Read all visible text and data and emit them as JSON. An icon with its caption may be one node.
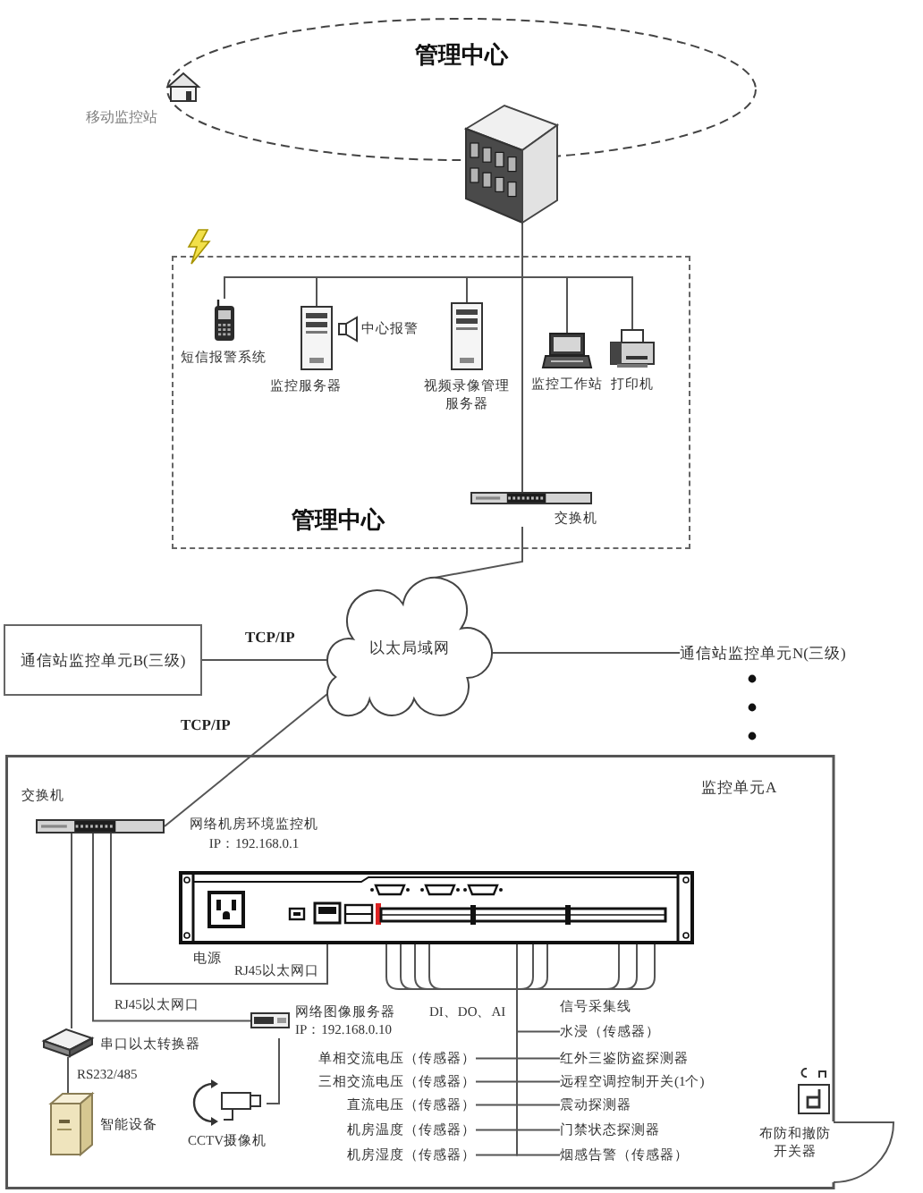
{
  "diagram": {
    "nodes": [
      {
        "text": [
          "管理中心"
        ]
      },
      {
        "text": [
          "移动监控站"
        ]
      },
      {
        "text": [],
        "shape": "picture"
      },
      {
        "text": [
          "管理中心"
        ]
      },
      {
        "text": [
          "短信报警系统"
        ],
        "in": 3
      },
      {
        "text": [
          "监控服务器"
        ],
        "in": 3
      },
      {
        "text": [
          "中心报警"
        ],
        "in": 3
      },
      {
        "text": [
          "视频录像管理服务器"
        ],
        "in": 3
      },
      {
        "text": [
          "监控工作站"
        ],
        "in": 3
      },
      {
        "text": [
          "打印机"
        ],
        "in": 3
      },
      {
        "text": [
          "交换机"
        ],
        "in": 3
      },
      {
        "text": [
          "通信站监控单元B(三级)"
        ]
      },
      {
        "text": [
          "以太局域网"
        ]
      },
      {
        "text": [
          "通信站监控单元N(三级)"
        ]
      },
      {
        "text": [
          "监控单元A"
        ]
      },
      {
        "text": [
          "交换机"
        ],
        "in": 14
      },
      {
        "text": [
          "网络机房环境监控机",
          "IP：192.168.0.1"
        ],
        "beside": [
          "电源"
        ],
        "in": 14
      },
      {
        "text": [
          "网络图像服务器",
          "IP：192.168.0.10"
        ],
        "in": 14
      },
      {
        "text": [
          "串口以太转换器"
        ],
        "in": 14
      },
      {
        "text": [
          "CCTV摄像机"
        ],
        "in": 14
      },
      {
        "text": [
          "智能设备"
        ],
        "in": 14
      },
      {
        "text": [
          "水浸（传感器）"
        ],
        "in": 14
      },
      {
        "text": [
          "单相交流电压（传感器）"
        ],
        "in": 14
      },
      {
        "text": [
          "红外三鉴防盗探测器"
        ],
        "in": 14
      },
      {
        "text": [
          "三相交流电压（传感器）"
        ],
        "in": 14
      },
      {
        "text": [
          "远程空调控制开关(1个)"
        ],
        "in": 14
      },
      {
        "text": [
          "直流电压（传感器）"
        ],
        "in": 14
      },
      {
        "text": [
          "震动探测器"
        ],
        "in": 14
      },
      {
        "text": [
          "机房温度（传感器）"
        ],
        "in": 14
      },
      {
        "text": [
          "门禁状态探测器"
        ],
        "in": 14
      },
      {
        "text": [
          "机房湿度（传感器）"
        ],
        "in": 14
      },
      {
        "text": [
          "烟感告警（传感器）"
        ],
        "in": 14
      },
      {
        "text": [
          "布防和撤防开关器"
        ],
        "in": 14
      }
    ],
    "edges": [
      {
        "from": 2,
        "to": 10,
        "arrow": "none"
      },
      {
        "from": 10,
        "to": 4,
        "arrow": "none"
      },
      {
        "from": 10,
        "to": 5,
        "arrow": "none"
      },
      {
        "from": 10,
        "to": 7,
        "arrow": "none"
      },
      {
        "from": 10,
        "to": 8,
        "arrow": "none"
      },
      {
        "from": 10,
        "to": 9,
        "arrow": "none"
      },
      {
        "from": 10,
        "to": 12,
        "arrow": "none"
      },
      {
        "from": 12,
        "to": 11,
        "arrow": "none",
        "label": "TCP/IP"
      },
      {
        "from": 12,
        "to": 13,
        "arrow": "none"
      },
      {
        "from": 12,
        "to": 15,
        "arrow": "none",
        "label": "TCP/IP"
      },
      {
        "from": 15,
        "to": 16,
        "arrow": "none",
        "label": "RJ45以太网口"
      },
      {
        "from": 15,
        "to": 17,
        "arrow": "none",
        "label": "RJ45以太网口"
      },
      {
        "from": 15,
        "to": 18,
        "arrow": "none"
      },
      {
        "from": 18,
        "to": 20,
        "arrow": "none",
        "label": "RS232/485"
      },
      {
        "from": 17,
        "to": 19,
        "arrow": "none"
      },
      {
        "from": 16,
        "to": 21,
        "arrow": "none"
      },
      {
        "from": 16,
        "to": 22,
        "arrow": "none"
      },
      {
        "from": 16,
        "to": 23,
        "arrow": "none"
      },
      {
        "from": 16,
        "to": 24,
        "arrow": "none"
      },
      {
        "from": 16,
        "to": 25,
        "arrow": "none"
      },
      {
        "from": 16,
        "to": 26,
        "arrow": "none"
      },
      {
        "from": 16,
        "to": 27,
        "arrow": "none"
      },
      {
        "from": 16,
        "to": 28,
        "arrow": "none"
      },
      {
        "from": 16,
        "to": 29,
        "arrow": "none"
      },
      {
        "from": 16,
        "to": 30,
        "arrow": "none"
      },
      {
        "from": 16,
        "to": 31,
        "arrow": "none"
      }
    ],
    "labels": [
      "DI、DO、AI",
      "信号采集线"
    ]
  }
}
